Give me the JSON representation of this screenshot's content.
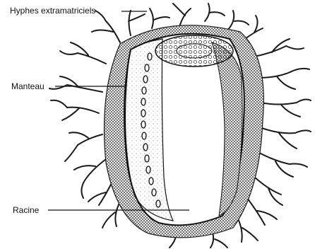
{
  "labels": {
    "hyphes": "Hyphes extramatriciels",
    "manteau": "Manteau",
    "racine": "Racine"
  },
  "colors": {
    "ink": "#111111",
    "background": "#ffffff"
  }
}
